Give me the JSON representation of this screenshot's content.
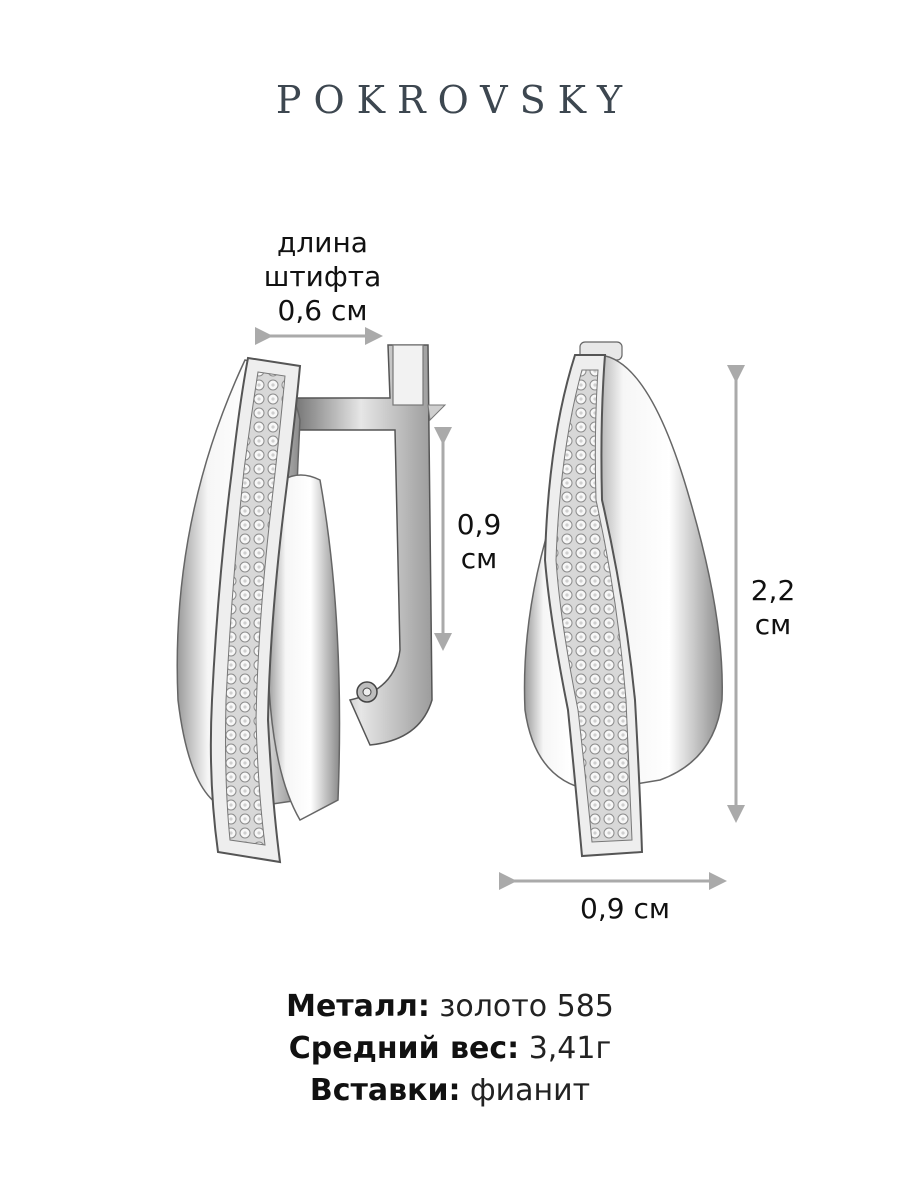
{
  "brand": {
    "name": "POKROVSKY"
  },
  "dimensions": {
    "pin_length": {
      "line1": "длина",
      "line2": "штифта",
      "line3": "0,6 см"
    },
    "clasp_height": {
      "value": "0,9",
      "unit": "см"
    },
    "total_height": {
      "value": "2,2",
      "unit": "см"
    },
    "width": {
      "text": "0,9 см"
    }
  },
  "specs": [
    {
      "label": "Металл:",
      "value": "золото 585"
    },
    {
      "label": "Средний вес:",
      "value": "3,41г"
    },
    {
      "label": "Вставки:",
      "value": "фианит"
    }
  ],
  "colors": {
    "arrow": "#aaaaaa",
    "brand": "#3d4750",
    "metal_light": "#f4f4f4",
    "metal_dark": "#7a7a7a"
  }
}
